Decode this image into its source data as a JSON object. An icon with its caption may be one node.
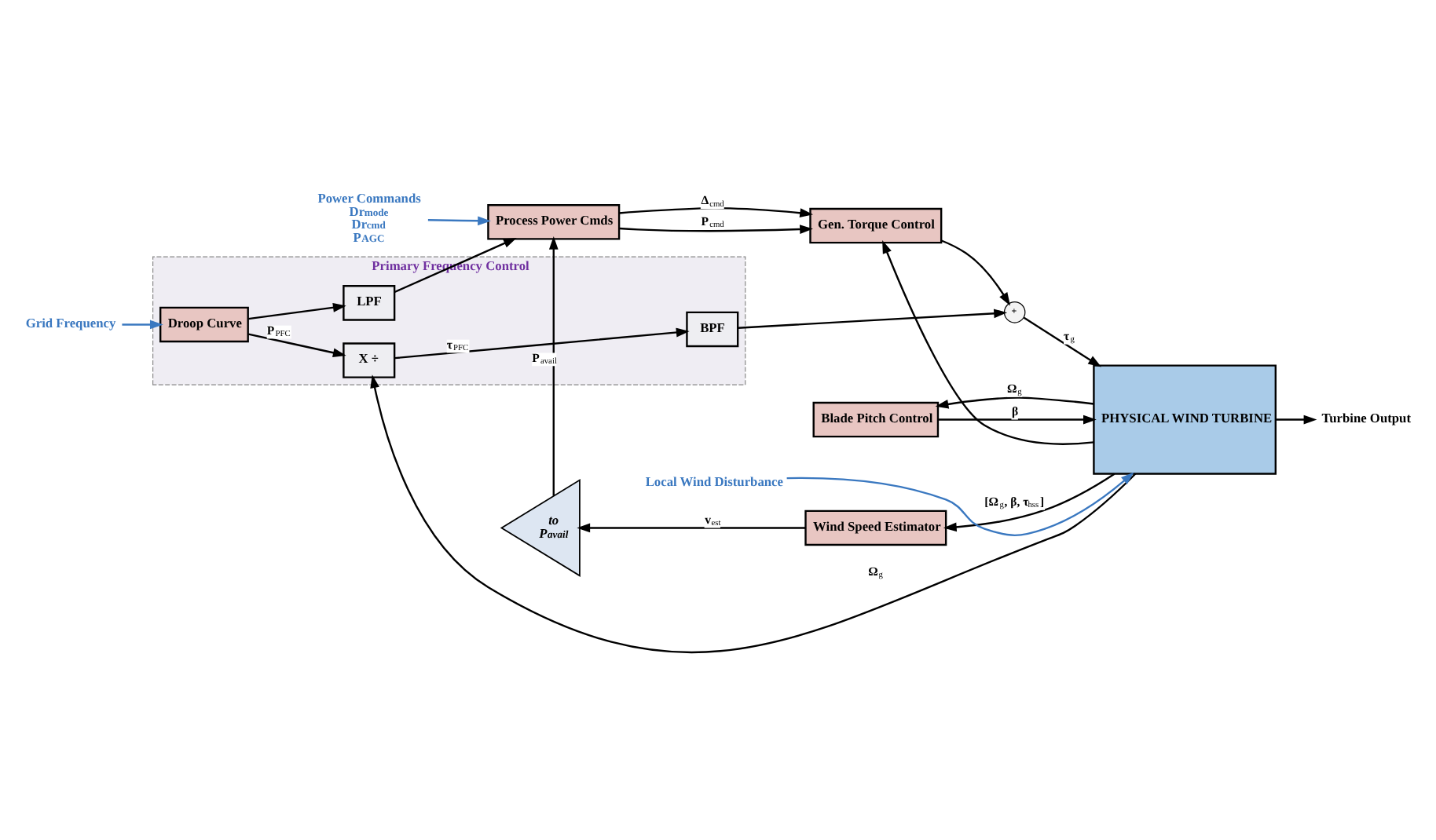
{
  "diagram": {
    "nodes": [
      {
        "text": [
          "Primary Frequency Control"
        ]
      },
      {
        "text": [
          "Droop Curve"
        ],
        "in": 0
      },
      {
        "text": [
          "X ÷"
        ],
        "in": 0
      },
      {
        "text": [
          "LPF"
        ],
        "in": 0
      },
      {
        "text": [
          "BPF"
        ],
        "in": 0
      },
      {
        "text": [
          "Grid Frequency"
        ]
      },
      {
        "text": [
          "Power Commands",
          "Dr$_{mode}$ Dr$_{cmd}$ P$_{AGC}$"
        ]
      },
      {
        "text": [
          "Process Power Cmds"
        ]
      },
      {
        "text": [
          "Gen. Torque Control"
        ]
      },
      {
        "text": [
          "Blade Pitch Control"
        ]
      },
      {
        "text": [
          "+"
        ]
      },
      {
        "text": [
          "PHYSICAL WIND TURBINE"
        ]
      },
      {
        "text": [
          "Local Wind Disturbance"
        ]
      },
      {
        "text": [
          "Turbine Output"
        ]
      },
      {
        "text": [
          "Wind Speed Estimator"
        ]
      },
      {
        "text": [
          "to P$_{avail}$"
        ]
      }
    ],
    "edges": [
      {
        "from": 5,
        "to": 1,
        "arrow": "to",
        "color": "#3a78c0"
      },
      {
        "from": 1,
        "to": 2,
        "arrow": "to",
        "label": "P$_{PFC}$"
      },
      {
        "from": 1,
        "to": 3,
        "arrow": "to"
      },
      {
        "from": 2,
        "to": 4,
        "arrow": "to",
        "label": "τ$_{PFC}$"
      },
      {
        "from": 3,
        "to": 7,
        "arrow": "to"
      },
      {
        "from": 6,
        "to": 7,
        "arrow": "to",
        "color": "#3a78c0"
      },
      {
        "from": 7,
        "to": 8,
        "arrow": "to",
        "label": "Δ$_{cmd}$"
      },
      {
        "from": 7,
        "to": 8,
        "arrow": "to",
        "label": "P$_{cmd}$"
      },
      {
        "from": 8,
        "to": 10,
        "arrow": "to"
      },
      {
        "from": 4,
        "to": 10,
        "arrow": "to"
      },
      {
        "from": 10,
        "to": 11,
        "arrow": "to",
        "label": "τ$_{g}$"
      },
      {
        "from": 9,
        "to": 11,
        "arrow": "to",
        "label": "β"
      },
      {
        "from": 12,
        "to": 11,
        "arrow": "to",
        "color": "#3a78c0"
      },
      {
        "from": 11,
        "to": 13,
        "arrow": "to"
      },
      {
        "from": 11,
        "to": 2,
        "arrow": "to",
        "label": "Ω$_{g}$"
      },
      {
        "from": 11,
        "to": 8,
        "arrow": "to"
      },
      {
        "from": 11,
        "to": 9,
        "arrow": "to",
        "label": "Ω$_{g}$"
      },
      {
        "from": 11,
        "to": 14,
        "arrow": "to",
        "label": "[Ω$_{g}$, β, τ$_{hss}$]"
      },
      {
        "from": 14,
        "to": 15,
        "arrow": "to",
        "label": "v$_{est}$"
      },
      {
        "from": 15,
        "to": 7,
        "arrow": "to",
        "label": "P$_{avail}$"
      }
    ]
  }
}
